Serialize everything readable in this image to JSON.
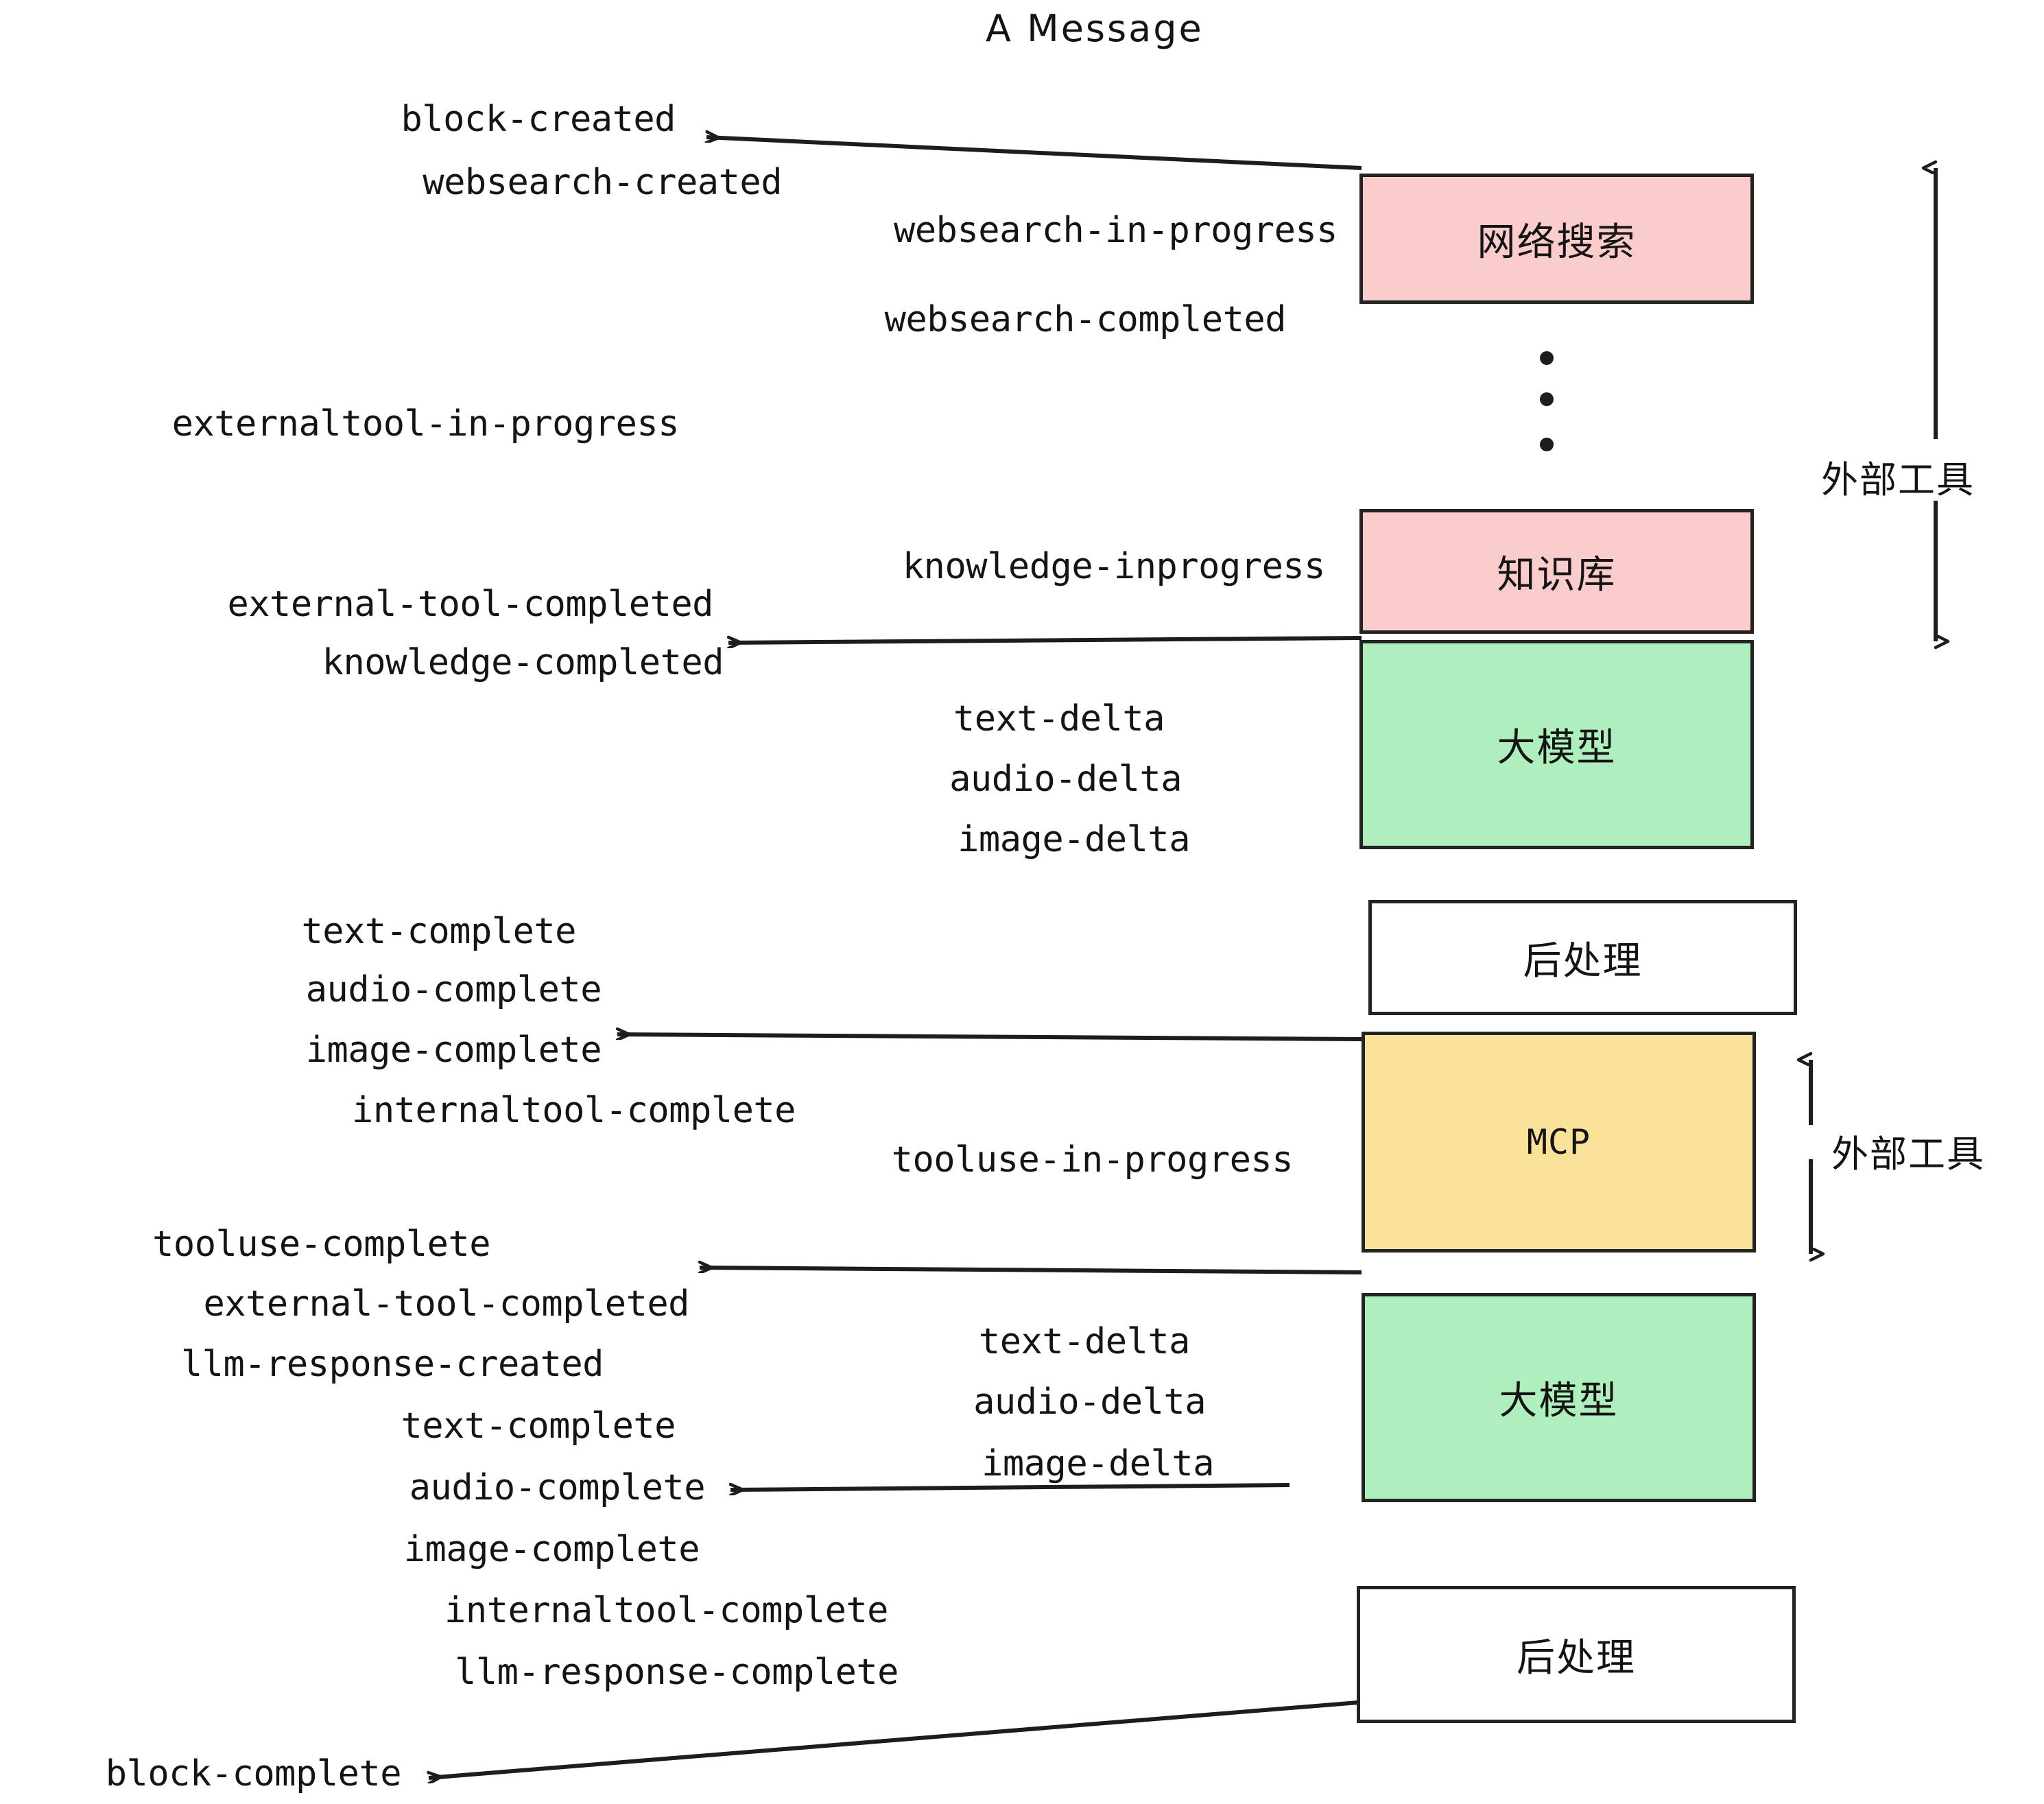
{
  "title": "A Message",
  "colors": {
    "pink": "#FACCCC",
    "green": "#AEEFBD",
    "yellow": "#FAE398",
    "white": "#FFFFFF",
    "stroke": "#232323",
    "text": "#141414"
  },
  "boxes": [
    {
      "id": "websearch",
      "label": "网络搜索",
      "fill": "#FACCCC",
      "font": "cjk"
    },
    {
      "id": "knowledge",
      "label": "知识库",
      "fill": "#FACCCC",
      "font": "cjk"
    },
    {
      "id": "llm-top",
      "label": "大模型",
      "fill": "#AEEFBD",
      "font": "cjk"
    },
    {
      "id": "post-top",
      "label": "后处理",
      "fill": "#FFFFFF",
      "font": "cjk"
    },
    {
      "id": "mcp",
      "label": "MCP",
      "fill": "#FAE398",
      "font": "mono"
    },
    {
      "id": "llm-bottom",
      "label": "大模型",
      "fill": "#AEEFBD",
      "font": "cjk"
    },
    {
      "id": "post-bottom",
      "label": "后处理",
      "fill": "#FFFFFF",
      "font": "cjk"
    }
  ],
  "side_labels": [
    {
      "id": "external-tools-top",
      "label": "外部工具"
    },
    {
      "id": "external-tools-bottom",
      "label": "外部工具"
    }
  ],
  "events": [
    {
      "id": "block-created",
      "text": "block-created"
    },
    {
      "id": "websearch-created",
      "text": "websearch-created"
    },
    {
      "id": "websearch-in-progress",
      "text": "websearch-in-progress"
    },
    {
      "id": "websearch-completed",
      "text": "websearch-completed"
    },
    {
      "id": "externaltool-in-progress",
      "text": "externaltool-in-progress"
    },
    {
      "id": "knowledge-inprogress",
      "text": "knowledge-inprogress"
    },
    {
      "id": "external-tool-completed-1",
      "text": "external-tool-completed"
    },
    {
      "id": "knowledge-completed",
      "text": "knowledge-completed"
    },
    {
      "id": "text-delta-1",
      "text": "text-delta"
    },
    {
      "id": "audio-delta-1",
      "text": "audio-delta"
    },
    {
      "id": "image-delta-1",
      "text": "image-delta"
    },
    {
      "id": "text-complete-1",
      "text": "text-complete"
    },
    {
      "id": "audio-complete-1",
      "text": "audio-complete"
    },
    {
      "id": "image-complete-1",
      "text": "image-complete"
    },
    {
      "id": "internaltool-complete-1",
      "text": "internaltool-complete"
    },
    {
      "id": "tooluse-in-progress",
      "text": "tooluse-in-progress"
    },
    {
      "id": "tooluse-complete",
      "text": "tooluse-complete"
    },
    {
      "id": "external-tool-completed-2",
      "text": "external-tool-completed"
    },
    {
      "id": "llm-response-created",
      "text": "llm-response-created"
    },
    {
      "id": "text-delta-2",
      "text": "text-delta"
    },
    {
      "id": "audio-delta-2",
      "text": "audio-delta"
    },
    {
      "id": "image-delta-2",
      "text": "image-delta"
    },
    {
      "id": "text-complete-2",
      "text": "text-complete"
    },
    {
      "id": "audio-complete-2",
      "text": "audio-complete"
    },
    {
      "id": "image-complete-2",
      "text": "image-complete"
    },
    {
      "id": "internaltool-complete-2",
      "text": "internaltool-complete"
    },
    {
      "id": "llm-response-complete",
      "text": "llm-response-complete"
    },
    {
      "id": "block-complete",
      "text": "block-complete"
    }
  ]
}
